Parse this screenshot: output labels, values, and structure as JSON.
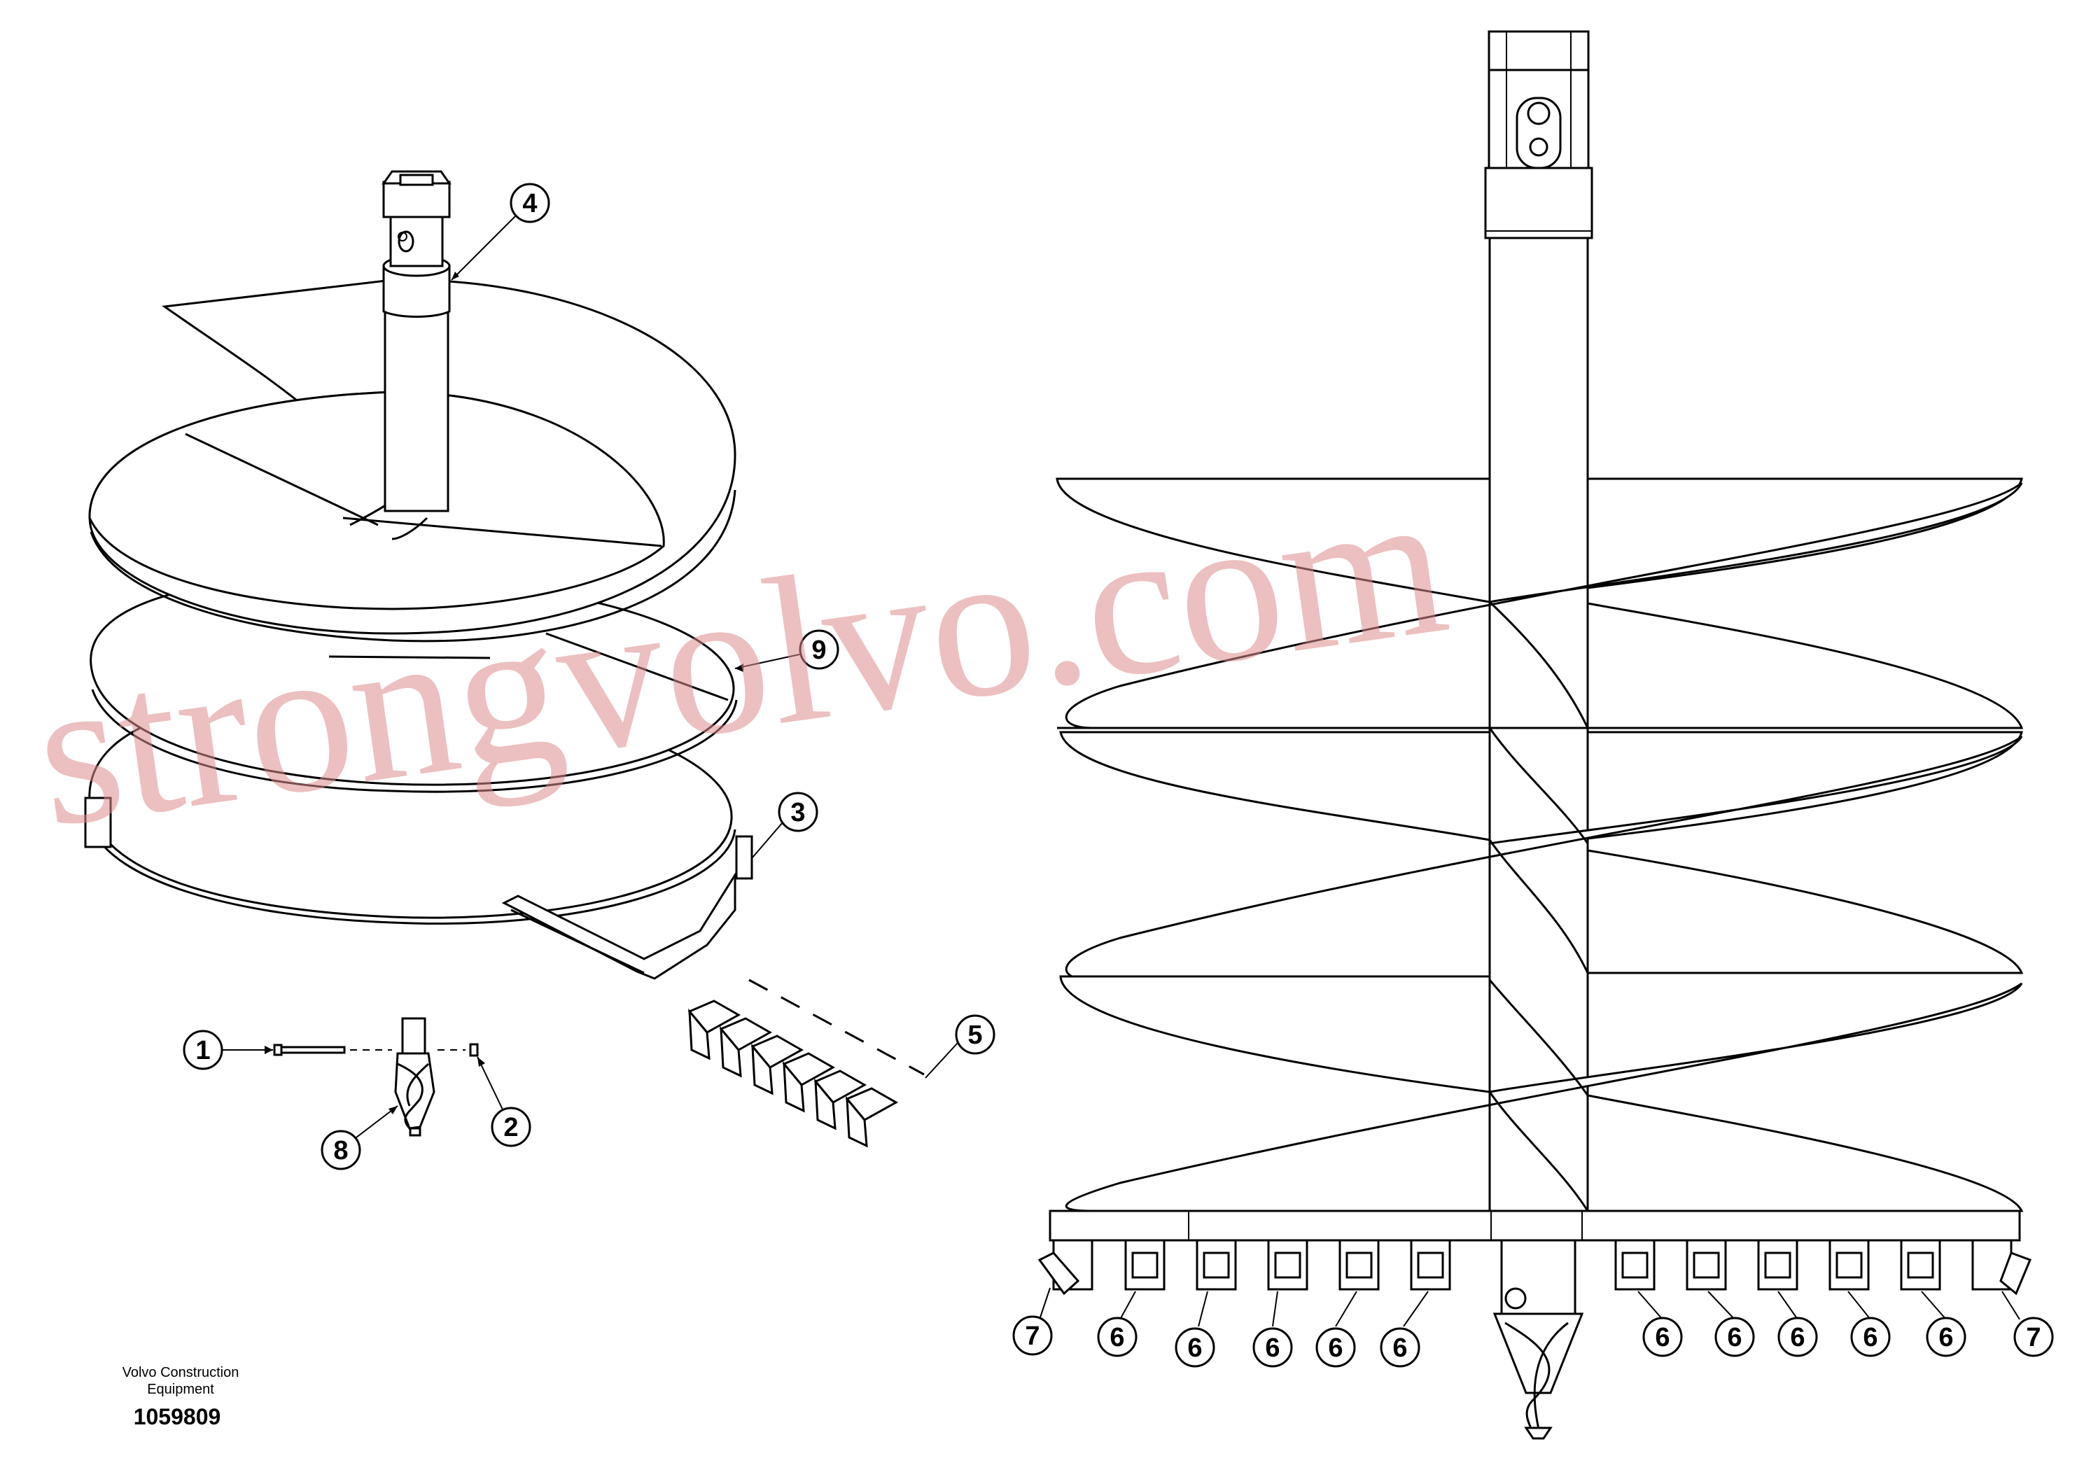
{
  "footer": {
    "company_line1": "Volvo Construction",
    "company_line2": "Equipment",
    "drawing_number": "1059809"
  },
  "watermark": {
    "text": "strongvolvo.com",
    "color": "#dc8c8c"
  },
  "callouts": {
    "c1": "1",
    "c2": "2",
    "c3": "3",
    "c4": "4",
    "c5": "5",
    "c8": "8",
    "c9": "9",
    "r1": "7",
    "r2": "6",
    "r3": "6",
    "r4": "6",
    "r5": "6",
    "r6": "6",
    "r7": "6",
    "r8": "6",
    "r9": "6",
    "r10": "6",
    "r11": "6",
    "r12": "7"
  }
}
